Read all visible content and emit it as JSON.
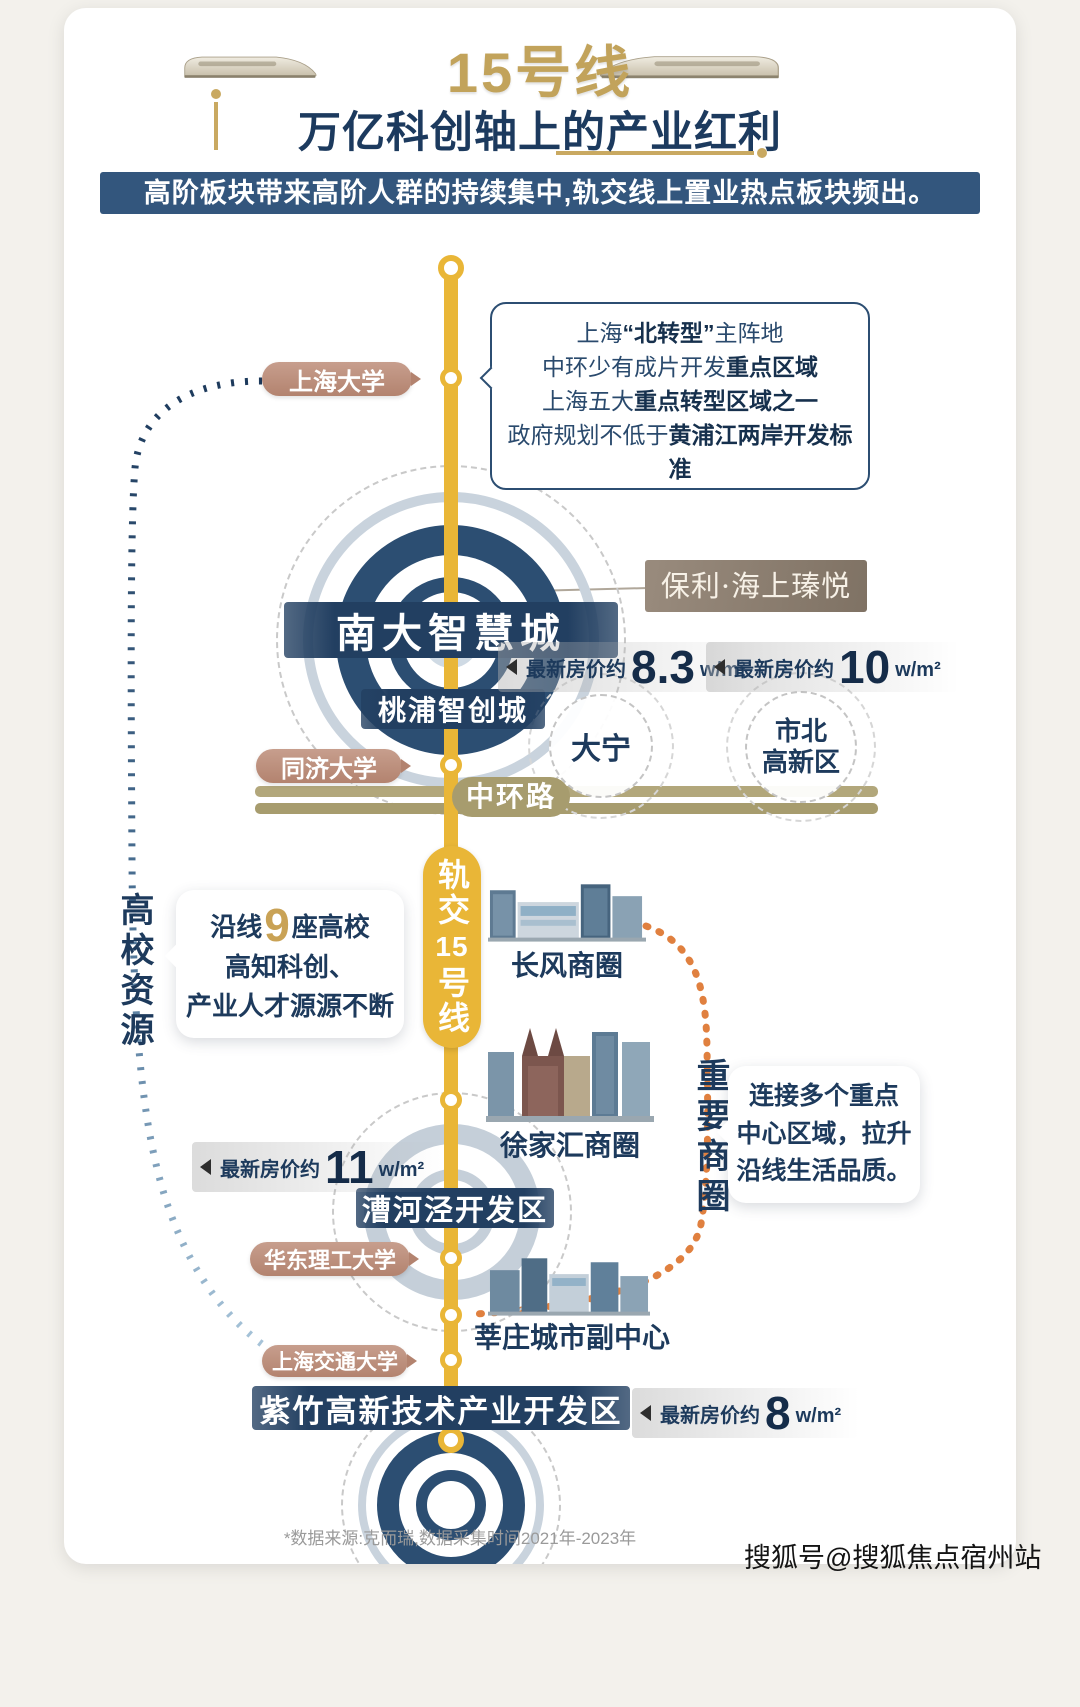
{
  "colors": {
    "line_gold": "#E9B637",
    "navy": "#1D3A5C",
    "banner_blue": "#33567D",
    "station_pill": "#BE9283",
    "road_khaki": "#A79C6E",
    "business_orange": "#E0803F",
    "title_gold": "#C2A35B"
  },
  "icons": {
    "header_left": "train-icon",
    "header_right": "train-icon",
    "price_marker": "left-triangle-icon"
  },
  "header": {
    "line_title": "15号线",
    "subtitle": "万亿科创轴上的产业红利",
    "banner": "高阶板块带来高阶人群的持续集中,轨交线上置业热点板块频出。"
  },
  "info_box": {
    "lines": [
      {
        "pre": "上海",
        "bold": "“北转型”",
        "post": "主阵地"
      },
      {
        "pre": "中环少有成片开发",
        "bold": "重点区域",
        "post": ""
      },
      {
        "pre": "上海五大",
        "bold": "重点转型区域之一",
        "post": ""
      },
      {
        "pre": "政府规划不低于",
        "bold": "黄浦江两岸开发标准",
        "post": ""
      }
    ]
  },
  "brand": {
    "label": "保利·海上瑧悦"
  },
  "stations": [
    {
      "label": "上海大学"
    },
    {
      "label": "同济大学"
    },
    {
      "label": "华东理工大学"
    },
    {
      "label": "上海交通大学"
    }
  ],
  "districts": {
    "nanda": "南大智慧城",
    "taopu": "桃浦智创城",
    "caohejing": "漕河泾开发区",
    "zizhu": "紫竹高新技术产业开发区"
  },
  "areas": {
    "daning": "大宁",
    "shibei_line1": "市北",
    "shibei_line2": "高新区"
  },
  "road": {
    "label": "中环路"
  },
  "line_pill": {
    "top": "轨交",
    "num": "15",
    "bottom": "号线"
  },
  "prices": [
    {
      "prefix": "最新房价约",
      "value": "8.3",
      "unit": "w/m²"
    },
    {
      "prefix": "最新房价约",
      "value": "10",
      "unit": "w/m²"
    },
    {
      "prefix": "最新房价约",
      "value": "11",
      "unit": "w/m²"
    },
    {
      "prefix": "最新房价约",
      "value": "8",
      "unit": "w/m²"
    }
  ],
  "business": {
    "changfeng": "长风商圈",
    "xujiahui": "徐家汇商圈",
    "xinzhuang": "莘庄城市副中心"
  },
  "side_labels": {
    "left": "高校资源",
    "right": "重要商圈"
  },
  "left_bubble": {
    "l1_pre": "沿线",
    "l1_big": "9",
    "l1_post": "座高校",
    "l2": "高知科创、",
    "l3": "产业人才源源不断"
  },
  "right_bubble": {
    "l1": "连接多个重点",
    "l2": "中心区域，拉升",
    "l3": "沿线生活品质。"
  },
  "footer": {
    "note": "*数据来源:克而瑞,数据采集时间2021年-2023年",
    "watermark": "搜狐号@搜狐焦点宿州站"
  }
}
